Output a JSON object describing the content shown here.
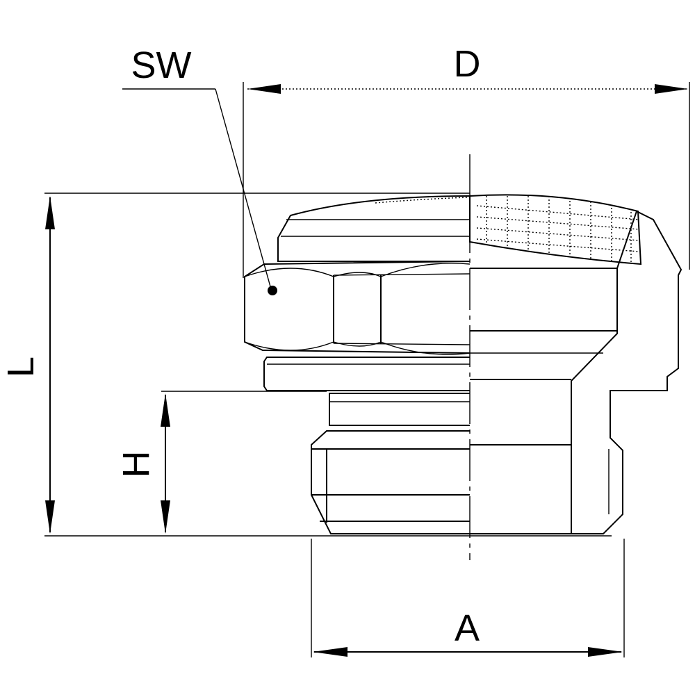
{
  "dimensions": {
    "sw_label": "SW",
    "d_label": "D",
    "l_label": "L",
    "h_label": "H",
    "a_label": "A"
  }
}
